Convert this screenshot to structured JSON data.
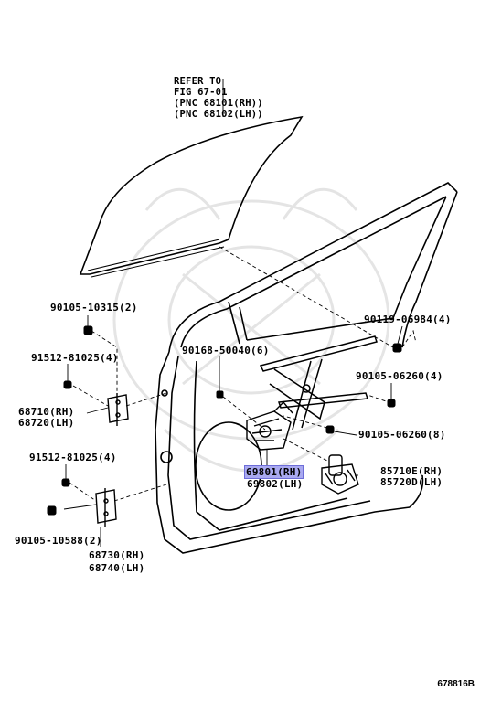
{
  "refer": {
    "line1": "REFER TO",
    "line2": "FIG 67-01",
    "line3": "(PNC 68101(RH))",
    "line4": "(PNC 68102(LH))"
  },
  "parts": {
    "p90105_10315": "90105-10315(2)",
    "p91512_81025_a": "91512-81025(4)",
    "p68710": "68710(RH)",
    "p68720": "68720(LH)",
    "p91512_81025_b": "91512-81025(4)",
    "p90105_10588": "90105-10588(2)",
    "p68730": "68730(RH)",
    "p68740": "68740(LH)",
    "p90168_50040": "90168-50040(6)",
    "p90119_06984": "90119-06984(4)",
    "p90105_06260_a": "90105-06260(4)",
    "p90105_06260_b": "90105-06260(8)",
    "p69801": "69801(RH)",
    "p69802": "69802(LH)",
    "p85710E": "85710E(RH)",
    "p85720D": "85720D(LH)"
  },
  "highlight_color": "#a9a9f0",
  "figure_code": "678816B"
}
